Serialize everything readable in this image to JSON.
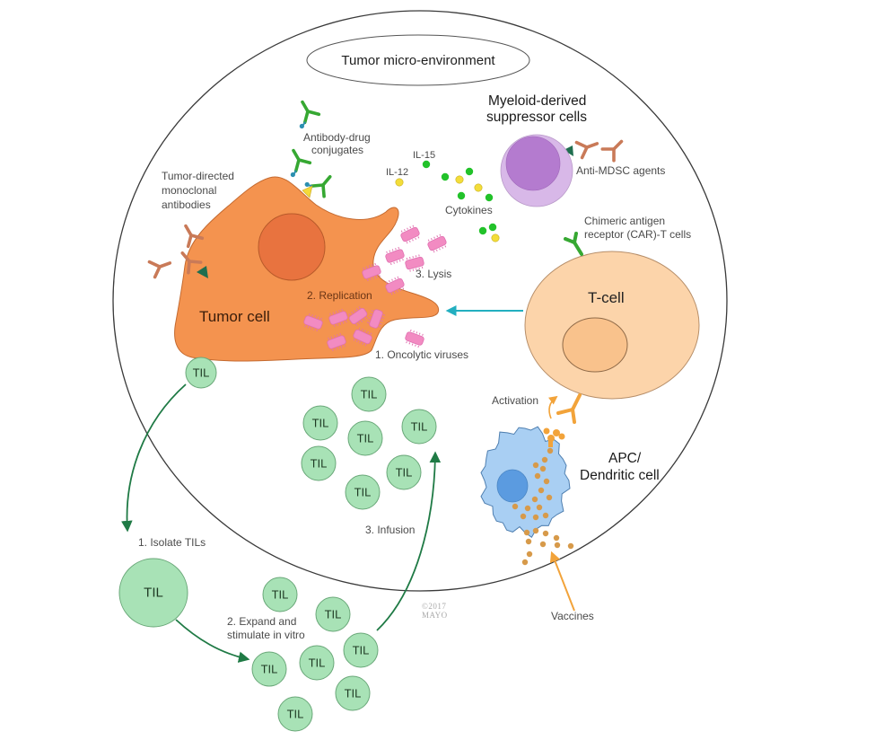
{
  "title": "Tumor micro-environment",
  "colors": {
    "tumor": "#F4934F",
    "tumor_nucleus": "#E8733F",
    "virus": "#F28BC2",
    "mdsc_outer": "#D8B8E8",
    "mdsc_inner": "#B47BCF",
    "tcell": "#FCD4AA",
    "tcell_nucleus": "#F9C28C",
    "dendritic": "#A9CFF3",
    "dendritic_nucleus": "#5B9BE0",
    "til": "#A8E2B6",
    "til_stroke": "#6aa879",
    "arrow_green": "#1f7a45",
    "arrow_cyan": "#22AFC0",
    "arrow_orange": "#F2A33A",
    "antibody_brown": "#C97A58",
    "antibody_green": "#36A832",
    "drug_blue": "#2C8FB0",
    "cytokine_green": "#22C22A",
    "cytokine_yellow": "#F3DD3A",
    "vaccine_dot": "#D79A4A"
  },
  "labels": {
    "antibody_drug": [
      "Antibody-drug",
      "conjugates"
    ],
    "monoclonal": [
      "Tumor-directed",
      "monoclonal",
      "antibodies"
    ],
    "mdsc_heading": [
      "Myeloid-derived",
      "suppressor cells"
    ],
    "anti_mdsc": "Anti-MDSC agents",
    "il15": "IL-15",
    "il12": "IL-12",
    "cytokines": "Cytokines",
    "car_t": [
      "Chimeric antigen",
      "receptor (CAR)-T cells"
    ],
    "tumor_cell": "Tumor cell",
    "replication": "2. Replication",
    "lysis": "3. Lysis",
    "oncolytic": "1. Oncolytic viruses",
    "t_cell": "T-cell",
    "activation": "Activation",
    "apc": [
      "APC/",
      "Dendritic cell"
    ],
    "vaccines": "Vaccines",
    "isolate": "1. Isolate TILs",
    "expand": [
      "2. Expand and",
      "stimulate in vitro"
    ],
    "infusion": "3. Infusion",
    "til": "TIL",
    "watermark": [
      "©2017",
      "MAYO"
    ]
  }
}
